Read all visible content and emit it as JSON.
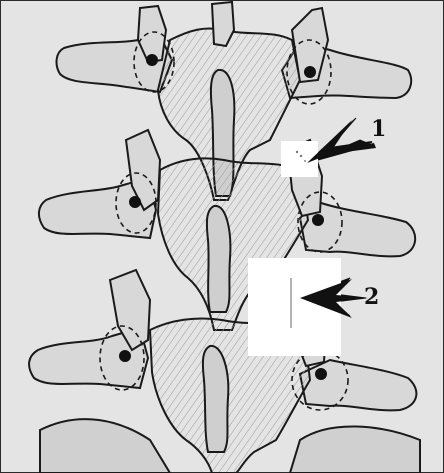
{
  "markers": [
    {
      "id": "1",
      "label": "1"
    },
    {
      "id": "2",
      "label": "2"
    }
  ],
  "colors": {
    "background": "#e4e4e4",
    "bone_fill": "#d6d6d6",
    "outline": "#1a1a1a",
    "dot": "#111111",
    "highlight": "#ffffff"
  }
}
